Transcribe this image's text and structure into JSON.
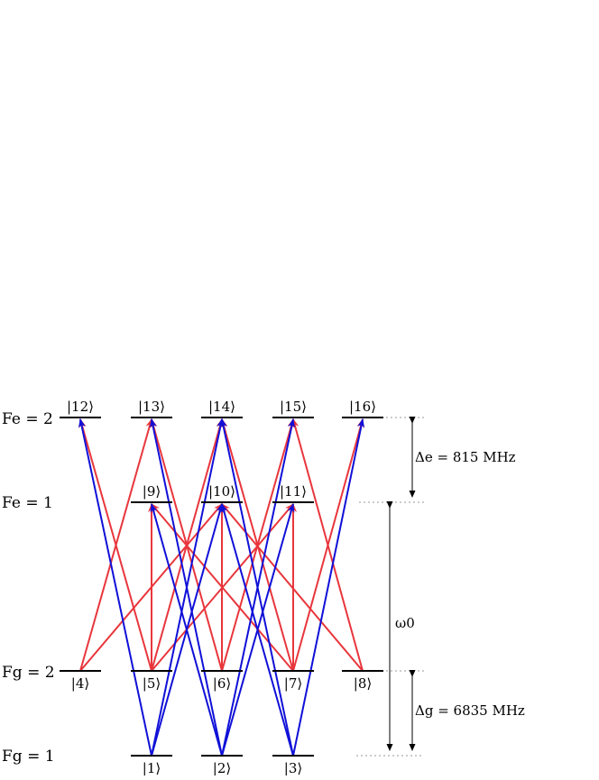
{
  "manifolds": [
    {
      "id": "Fe2",
      "label": "Fe = 2"
    },
    {
      "id": "Fe1",
      "label": "Fe = 1"
    },
    {
      "id": "Fg2",
      "label": "Fg = 2"
    },
    {
      "id": "Fg1",
      "label": "Fg = 1"
    }
  ],
  "states": [
    {
      "n": 1,
      "label": "|1⟩"
    },
    {
      "n": 2,
      "label": "|2⟩"
    },
    {
      "n": 3,
      "label": "|3⟩"
    },
    {
      "n": 4,
      "label": "|4⟩"
    },
    {
      "n": 5,
      "label": "|5⟩"
    },
    {
      "n": 6,
      "label": "|6⟩"
    },
    {
      "n": 7,
      "label": "|7⟩"
    },
    {
      "n": 8,
      "label": "|8⟩"
    },
    {
      "n": 9,
      "label": "|9⟩"
    },
    {
      "n": 10,
      "label": "|10⟩"
    },
    {
      "n": 11,
      "label": "|11⟩"
    },
    {
      "n": 12,
      "label": "|12⟩"
    },
    {
      "n": 13,
      "label": "|13⟩"
    },
    {
      "n": 14,
      "label": "|14⟩"
    },
    {
      "n": 15,
      "label": "|15⟩"
    },
    {
      "n": 16,
      "label": "|16⟩"
    }
  ],
  "transitions": {
    "red": [
      [
        4,
        13
      ],
      [
        4,
        10
      ],
      [
        5,
        12
      ],
      [
        5,
        14
      ],
      [
        5,
        9
      ],
      [
        5,
        11
      ],
      [
        6,
        13
      ],
      [
        6,
        15
      ],
      [
        6,
        10
      ],
      [
        7,
        14
      ],
      [
        7,
        16
      ],
      [
        7,
        9
      ],
      [
        7,
        11
      ],
      [
        8,
        15
      ],
      [
        8,
        10
      ]
    ],
    "blue": [
      [
        1,
        12
      ],
      [
        1,
        14
      ],
      [
        1,
        10
      ],
      [
        2,
        13
      ],
      [
        2,
        15
      ],
      [
        2,
        9
      ],
      [
        2,
        11
      ],
      [
        3,
        14
      ],
      [
        3,
        16
      ],
      [
        3,
        10
      ]
    ]
  },
  "colors": {
    "red": "#e8363c",
    "blue": "#1010d8",
    "level": "#000000",
    "guide": "#9a9a9a"
  },
  "annotations": {
    "delta_e": "Δe = 815 MHz",
    "omega0": "ω0",
    "delta_g": "Δg = 6835 MHz"
  }
}
